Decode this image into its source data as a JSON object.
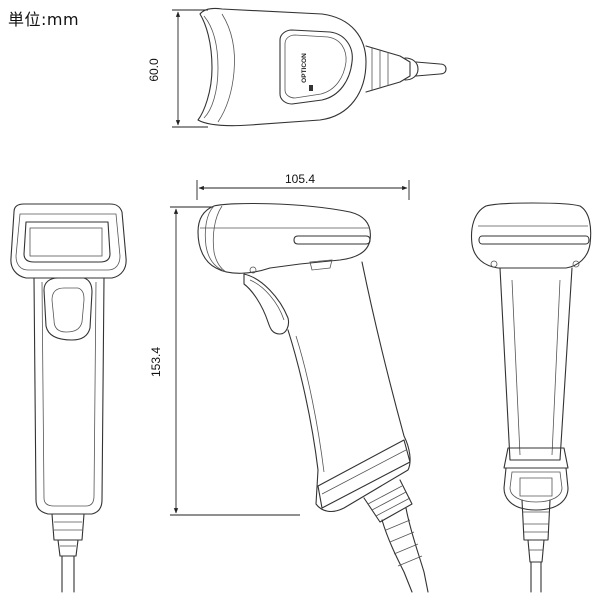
{
  "unit_label": "単位:mm",
  "dimensions": {
    "top_height": "60.0",
    "side_length": "105.4",
    "side_height": "153.4"
  },
  "brand_text": "OPTICON",
  "views": [
    "front-view",
    "top-view",
    "side-view",
    "back-view"
  ]
}
